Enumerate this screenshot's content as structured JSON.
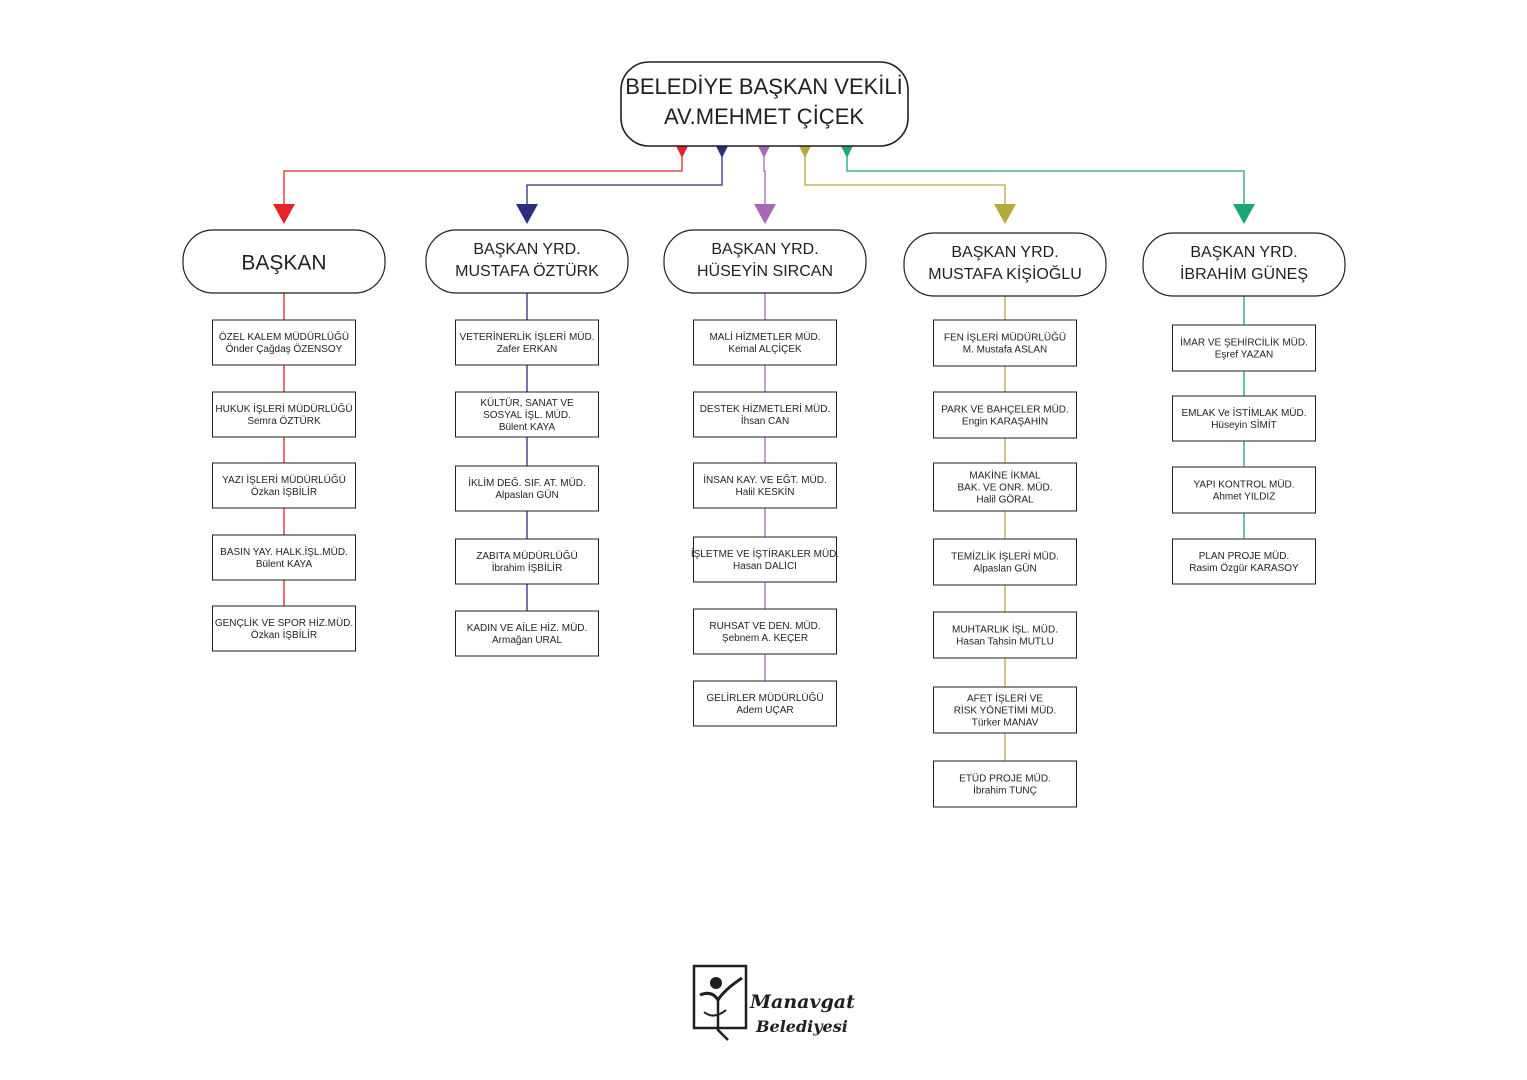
{
  "top": {
    "lines": [
      "BELEDİYE BAŞKAN VEKİLİ",
      "AV.MEHMET ÇİÇEK"
    ]
  },
  "columns": [
    {
      "color": "#e3222b",
      "head": [
        "BAŞKAN"
      ],
      "units": [
        [
          "ÖZEL KALEM MÜDÜRLÜĞÜ",
          "Önder Çağdaş ÖZENSOY"
        ],
        [
          "HUKUK İŞLERİ MÜDÜRLÜĞÜ",
          "Semra ÖZTÜRK"
        ],
        [
          "YAZI İŞLERİ MÜDÜRLÜĞÜ",
          "Özkan İŞBİLİR"
        ],
        [
          "BASIN YAY. HALK.İŞL.MÜD.",
          "Bülent KAYA"
        ],
        [
          "GENÇLİK VE SPOR HİZ.MÜD.",
          "Özkan İŞBİLİR"
        ]
      ]
    },
    {
      "color": "#2b2f7e",
      "head": [
        "BAŞKAN YRD.",
        "MUSTAFA ÖZTÜRK"
      ],
      "units": [
        [
          "VETERİNERLİK İŞLERİ MÜD.",
          "Zafer ERKAN"
        ],
        [
          "KÜLTÜR, SANAT VE",
          "SOSYAL İŞL. MÜD.",
          "Bülent KAYA"
        ],
        [
          "İKLİM DEĞ. SIF. AT. MÜD.",
          "Alpaslan GÜN"
        ],
        [
          "ZABITA MÜDÜRLÜĞÜ",
          "İbrahim İŞBİLİR"
        ],
        [
          "KADIN VE AİLE HİZ. MÜD.",
          "Armağan URAL"
        ]
      ]
    },
    {
      "color": "#a569b8",
      "head": [
        "BAŞKAN YRD.",
        "HÜSEYİN SIRCAN"
      ],
      "units": [
        [
          "MALİ HİZMETLER MÜD.",
          "Kemal ALÇİÇEK"
        ],
        [
          "DESTEK HİZMETLERİ MÜD.",
          "İhsan CAN"
        ],
        [
          "İNSAN KAY. VE EĞT. MÜD.",
          "Halil KESKİN"
        ],
        [
          "İŞLETME VE İŞTİRAKLER MÜD.",
          "Hasan DALICI"
        ],
        [
          "RUHSAT VE DEN. MÜD.",
          "Şebnem A. KEÇER"
        ],
        [
          "GELİRLER MÜDÜRLÜĞÜ",
          "Adem UÇAR"
        ]
      ]
    },
    {
      "color": "#b5a93a",
      "head": [
        "BAŞKAN YRD.",
        "MUSTAFA KİŞİOĞLU"
      ],
      "units": [
        [
          "FEN İŞLERİ MÜDÜRLÜĞÜ",
          "M. Mustafa ASLAN"
        ],
        [
          "PARK VE BAHÇELER MÜD.",
          "Engin KARAŞAHİN"
        ],
        [
          "MAKİNE İKMAL",
          "BAK. VE ONR. MÜD.",
          "Halil GÖRAL"
        ],
        [
          "TEMİZLİK İŞLERİ MÜD.",
          "Alpaslan GÜN"
        ],
        [
          "MUHTARLIK İŞL. MÜD.",
          "Hasan Tahsin MUTLU"
        ],
        [
          "AFET İŞLERİ VE",
          "RİSK YÖNETİMİ MÜD.",
          "Türker MANAV"
        ],
        [
          "ETÜD PROJE MÜD.",
          "İbrahim TUNÇ"
        ]
      ]
    },
    {
      "color": "#1fa57a",
      "head": [
        "BAŞKAN YRD.",
        "İBRAHİM GÜNEŞ"
      ],
      "units": [
        [
          "İMAR VE ŞEHİRCİLİK MÜD.",
          "Eşref YAZAN"
        ],
        [
          "EMLAK Ve İSTİMLAK MÜD.",
          "Hüseyin SİMİT"
        ],
        [
          "YAPI KONTROL MÜD.",
          "Ahmet YILDIZ"
        ],
        [
          "PLAN PROJE MÜD.",
          "Rasim Özgür KARASOY"
        ]
      ]
    }
  ],
  "logo": {
    "word": "Manavgat",
    "sub": "Belediyesi"
  }
}
